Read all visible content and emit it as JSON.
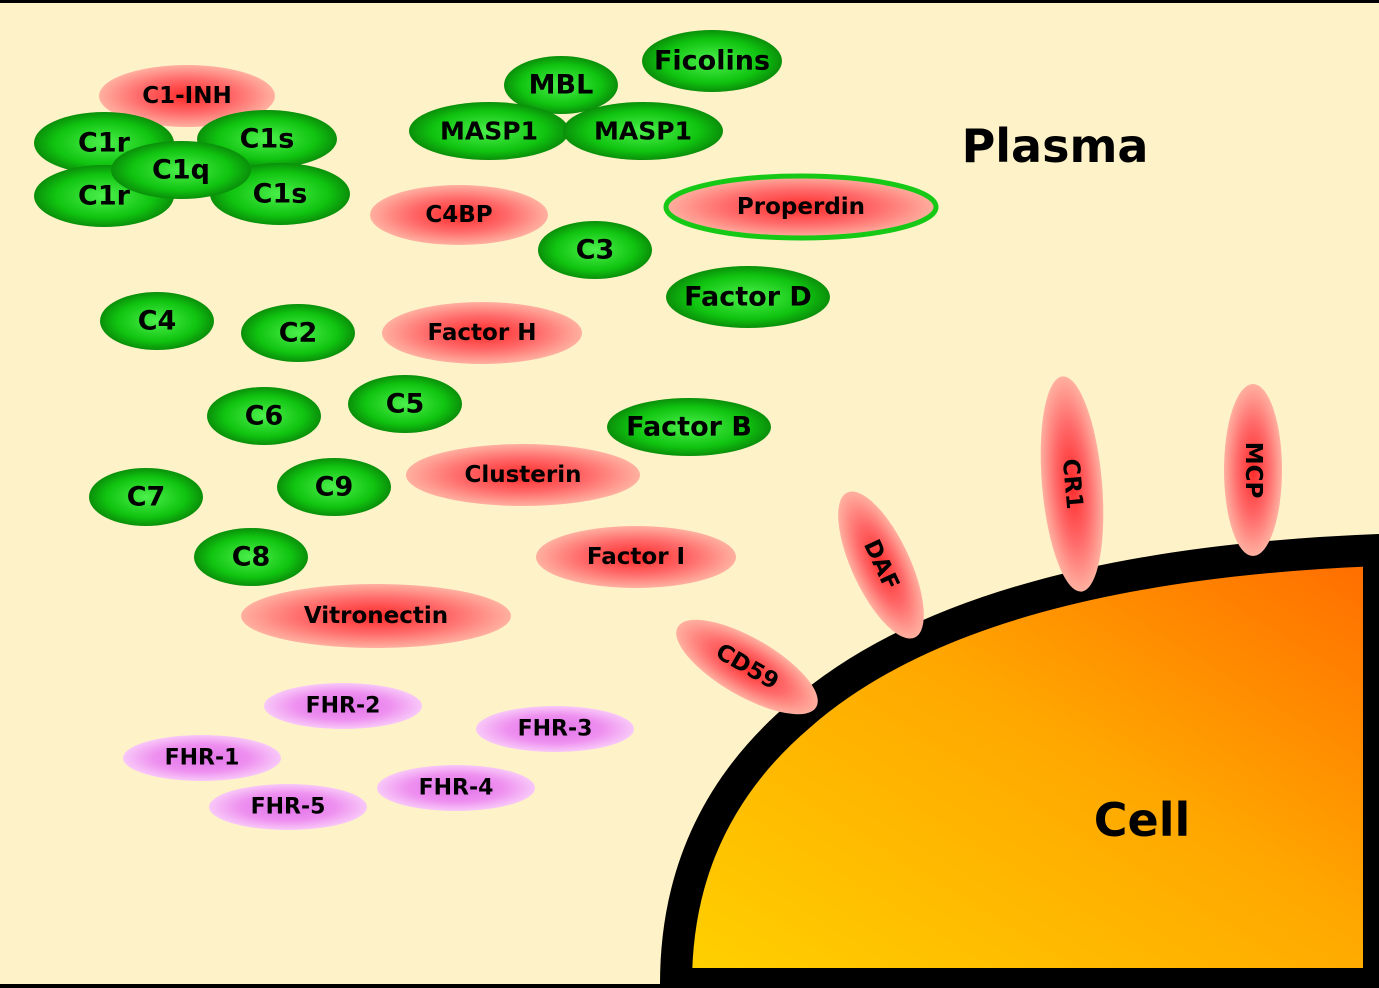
{
  "labels": {
    "plasma": "Plasma",
    "cell": "Cell"
  },
  "colors": {
    "background": "#FEF3C8",
    "green": "#16C916",
    "red": "#FF5A5A",
    "pink": "#F07CF0",
    "membrane": "#000000",
    "cell_top": "#FF7A00",
    "cell_bottom": "#FFD000"
  },
  "proteins": [
    {
      "label": "C1-INH",
      "kind": "red"
    },
    {
      "label": "C1r",
      "kind": "green"
    },
    {
      "label": "C1s",
      "kind": "green"
    },
    {
      "label": "C1r",
      "kind": "green"
    },
    {
      "label": "C1s",
      "kind": "green"
    },
    {
      "label": "C1q",
      "kind": "green"
    },
    {
      "label": "Ficolins",
      "kind": "green"
    },
    {
      "label": "MBL",
      "kind": "green"
    },
    {
      "label": "MASP1",
      "kind": "green"
    },
    {
      "label": "MASP1",
      "kind": "green"
    },
    {
      "label": "C4BP",
      "kind": "red"
    },
    {
      "label": "Properdin",
      "kind": "red"
    },
    {
      "label": "C3",
      "kind": "green"
    },
    {
      "label": "Factor D",
      "kind": "green"
    },
    {
      "label": "C4",
      "kind": "green"
    },
    {
      "label": "C2",
      "kind": "green"
    },
    {
      "label": "Factor H",
      "kind": "red"
    },
    {
      "label": "C6",
      "kind": "green"
    },
    {
      "label": "C5",
      "kind": "green"
    },
    {
      "label": "Factor B",
      "kind": "green"
    },
    {
      "label": "Clusterin",
      "kind": "red"
    },
    {
      "label": "C7",
      "kind": "green"
    },
    {
      "label": "C9",
      "kind": "green"
    },
    {
      "label": "Factor I",
      "kind": "red"
    },
    {
      "label": "C8",
      "kind": "green"
    },
    {
      "label": "Vitronectin",
      "kind": "red"
    },
    {
      "label": "FHR-2",
      "kind": "pink"
    },
    {
      "label": "FHR-3",
      "kind": "pink"
    },
    {
      "label": "FHR-1",
      "kind": "pink"
    },
    {
      "label": "FHR-4",
      "kind": "pink"
    },
    {
      "label": "FHR-5",
      "kind": "pink"
    }
  ],
  "membrane_proteins": [
    {
      "label": "CD59",
      "kind": "red"
    },
    {
      "label": "DAF",
      "kind": "red"
    },
    {
      "label": "CR1",
      "kind": "red"
    },
    {
      "label": "MCP",
      "kind": "red"
    }
  ]
}
